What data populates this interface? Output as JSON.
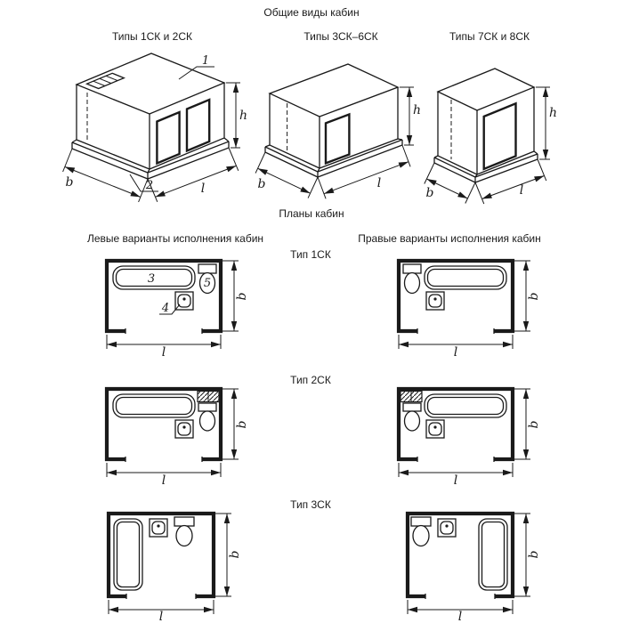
{
  "page": {
    "bg": "#ffffff",
    "ink": "#1a1a1a",
    "title_views": "Общие виды кабин",
    "title_plans": "Планы кабин"
  },
  "views": {
    "v1": {
      "label": "Типы 1СК и 2СК"
    },
    "v2": {
      "label": "Типы 3СК–6СК"
    },
    "v3": {
      "label": "Типы 7СК и 8СК"
    }
  },
  "columns": {
    "left": "Левые варианты исполнения кабин",
    "right": "Правые варианты исполнения кабин"
  },
  "plan_types": {
    "t1": "Тип 1СК",
    "t2": "Тип 2СК",
    "t3": "Тип 3СК"
  },
  "callouts": {
    "c1": "1",
    "c2": "2",
    "c3": "3",
    "c4": "4",
    "c5": "5"
  },
  "dims": {
    "b": "b",
    "l": "l",
    "h": "h"
  }
}
